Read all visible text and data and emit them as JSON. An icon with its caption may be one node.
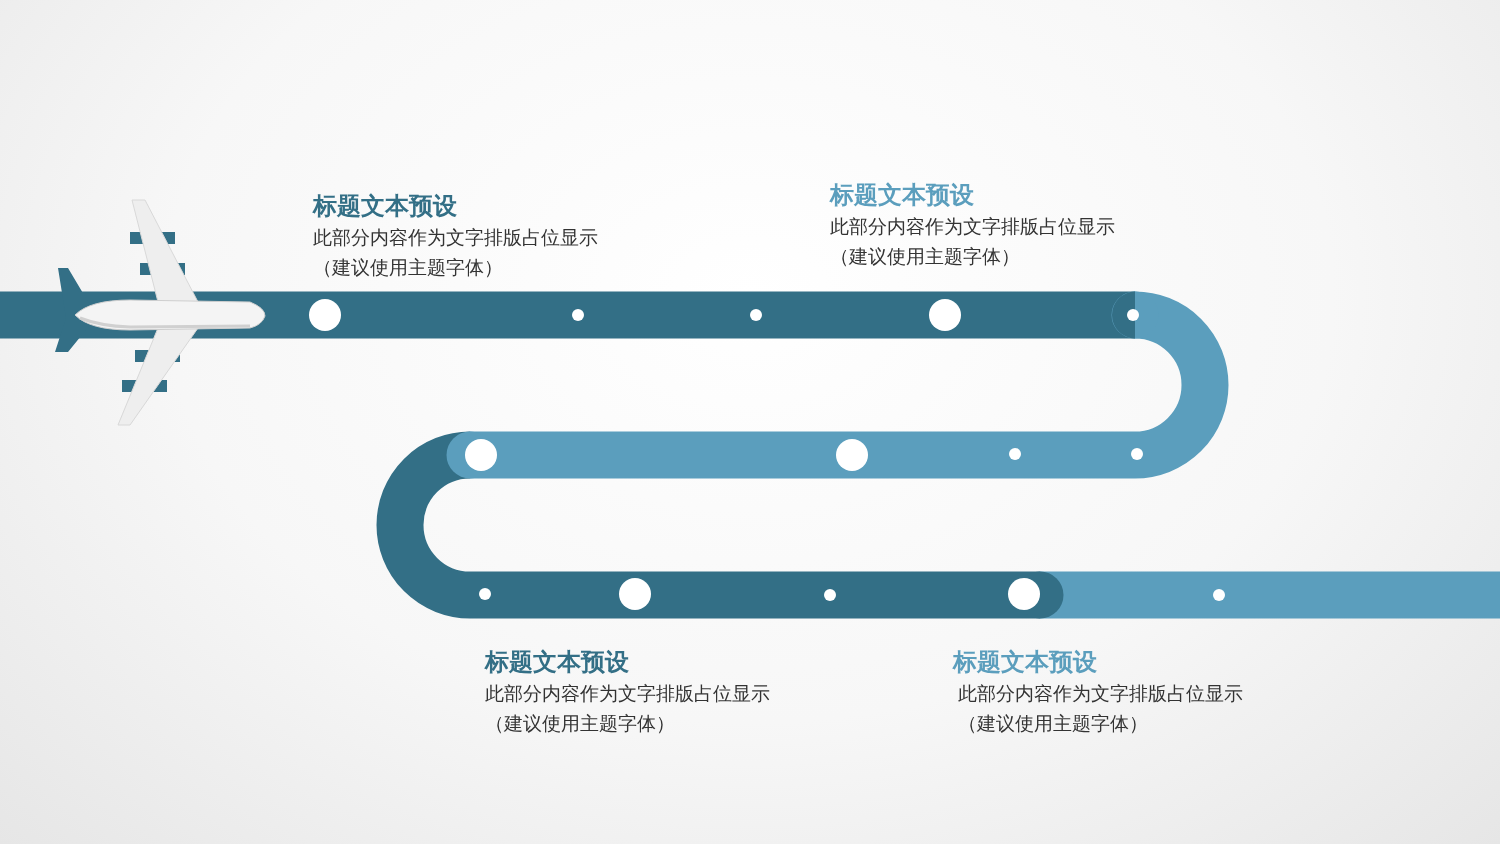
{
  "diagram": {
    "labels": [
      "标题文本预设",
      "此部分内容作为文字排版占位显示",
      "（建议使用主题字体）",
      "标题文本预设",
      "此部分内容作为文字排版占位显示",
      "（建议使用主题字体）",
      "标题文本预设",
      "此部分内容作为文字排版占位显示",
      "（建议使用主题字体）",
      "标题文本预设",
      "此部分内容作为文字排版占位显示",
      "（建议使用主题字体）"
    ]
  }
}
